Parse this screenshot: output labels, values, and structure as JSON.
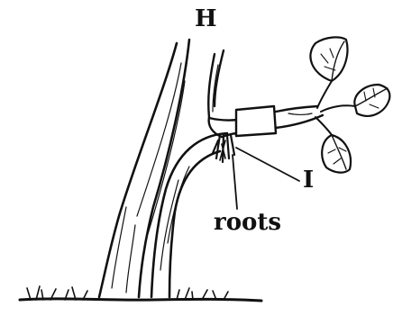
{
  "labels": {
    "h": "H",
    "i": "I",
    "roots": "roots"
  },
  "colors": {
    "ink": "#111111",
    "background": "#ffffff"
  }
}
